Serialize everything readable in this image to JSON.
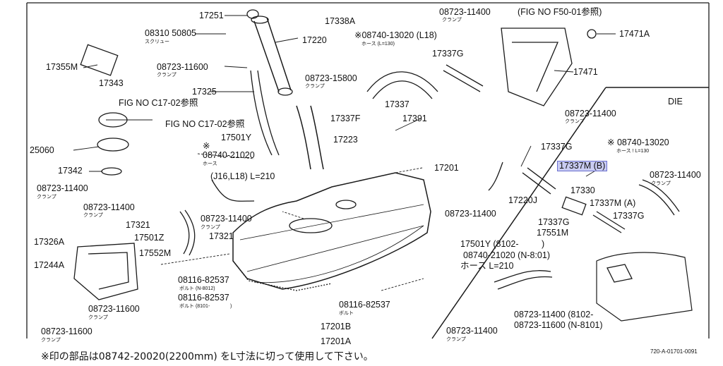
{
  "labels": [
    "17251",
    "08310 50805",
    "スクリュー",
    "17220",
    "17338A",
    "※08740-13020 (L18)",
    "ホース (L=130)",
    "08723-11400",
    "クランプ",
    "(FIG NO F50-01参照)",
    "17471A",
    "17471",
    "17355M",
    "08723-11600",
    "クランプ",
    "17343",
    "17325",
    "08723-15800",
    "クランプ",
    "17337G",
    "FIG NO C17-02参照",
    "17337",
    "17337F",
    "17391",
    "DIE",
    "FIG NO C17-02参照",
    "17501Y",
    "17223",
    "08723-11400",
    "クランプ",
    "※ 08740-13020",
    "ホース ! L=130",
    "25060",
    "※",
    "08740-21020",
    "ホース",
    "(J16,L18) L=210",
    "17201",
    "17337G",
    "17337M (B)",
    "08723-11400",
    "クランプ",
    "17342",
    "08723-11400",
    "クランプ",
    "17220J",
    "17330",
    "08723-11400",
    "クランプ",
    "08723-11400",
    "17337M (A)",
    "08723-11400",
    "クランプ",
    "17321",
    "17337G",
    "17337G",
    "17326A",
    "17501Z",
    "17551M",
    "17552M",
    "17501Y (8102-",
    ")",
    "17244A",
    "08740-21020 (N-8:01)",
    "17321",
    "ホース L=210",
    "08116-82537",
    "ボルト (N-8012)",
    "08116-82537",
    "ボルト (8101-",
    ")",
    "08723-11600",
    "クランプ",
    "08116-82537",
    "ボルト",
    "08723-11400",
    "クランプ",
    "08723-11400 (8102-",
    "08723-11600 (N-8101)",
    "08723-11600",
    "クランプ",
    "17201B",
    "17201A"
  ],
  "footnote": "※印の部品は08742-20020(2200mm) をL寸法に切って使用して下さい。",
  "drawing_no": "720-A-01701-0091",
  "highlight_part": "17337M (B)",
  "colors": {
    "line": "#1a1a1a",
    "highlight_bg": "#c9ccf2",
    "highlight_border": "#6a6fd0"
  }
}
